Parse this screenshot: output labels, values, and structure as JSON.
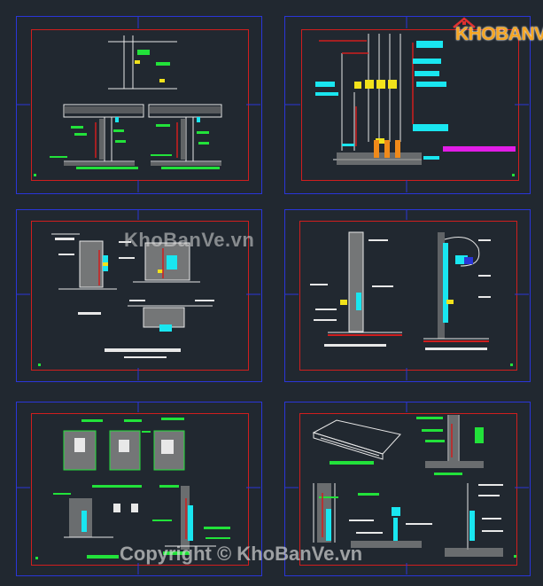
{
  "logo": {
    "text": "KHOBANVE"
  },
  "watermarks": {
    "center": "KhoBanVe.vn",
    "bottom": "Copyright © KhoBanVe.vn"
  },
  "colors": {
    "background": "#212830",
    "sheet_border": "#2a36d8",
    "inner_frame": "#d01e1e",
    "annotation_green": "#22e23a",
    "annotation_cyan": "#19e6f0",
    "annotation_magenta": "#e11de6",
    "logo_orange": "#f5a623"
  },
  "sheets": [
    {
      "id": "sheet-1"
    },
    {
      "id": "sheet-2"
    },
    {
      "id": "sheet-3"
    },
    {
      "id": "sheet-4"
    },
    {
      "id": "sheet-5"
    },
    {
      "id": "sheet-6"
    }
  ]
}
